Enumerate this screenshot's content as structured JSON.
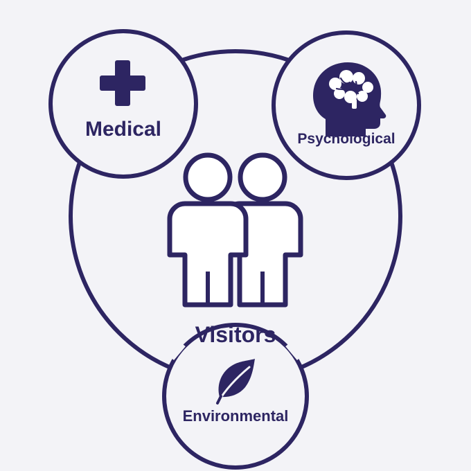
{
  "colors": {
    "background": "#f3f3f7",
    "ink": "#2d2562",
    "fill": "#ffffff"
  },
  "center": {
    "label": "Visitors",
    "icon": "two-people-icon"
  },
  "nodes": [
    {
      "id": "medical",
      "label": "Medical",
      "icon": "medical-cross-icon"
    },
    {
      "id": "psychological",
      "label": "Psychological",
      "icon": "head-brain-icon"
    },
    {
      "id": "environmental",
      "label": "Environmental",
      "icon": "leaf-icon"
    }
  ]
}
